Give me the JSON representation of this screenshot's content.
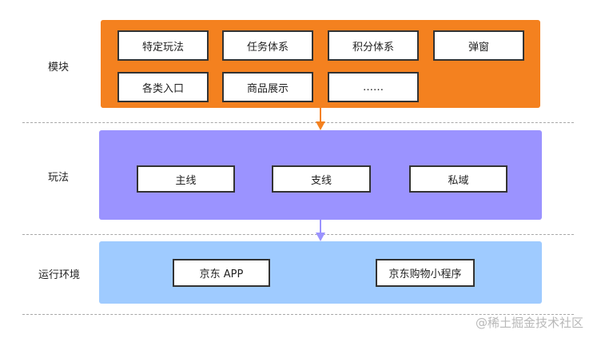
{
  "colors": {
    "module_layer": "#f4811f",
    "play_layer": "#9b93ff",
    "runtime_layer": "#9fcbff",
    "arrow_orange": "#f4811f",
    "arrow_purple": "#9b93ff",
    "divider": "#a8a8a8",
    "box_border": "#333333"
  },
  "layers": {
    "module": {
      "label": "模块",
      "items": [
        "特定玩法",
        "任务体系",
        "积分体系",
        "弹窗",
        "各类入口",
        "商品展示",
        "……"
      ]
    },
    "play": {
      "label": "玩法",
      "items": [
        "主线",
        "支线",
        "私域"
      ]
    },
    "runtime": {
      "label": "运行环境",
      "items": [
        "京东 APP",
        "京东购物小程序"
      ]
    }
  },
  "watermark": "@稀土掘金技术社区"
}
